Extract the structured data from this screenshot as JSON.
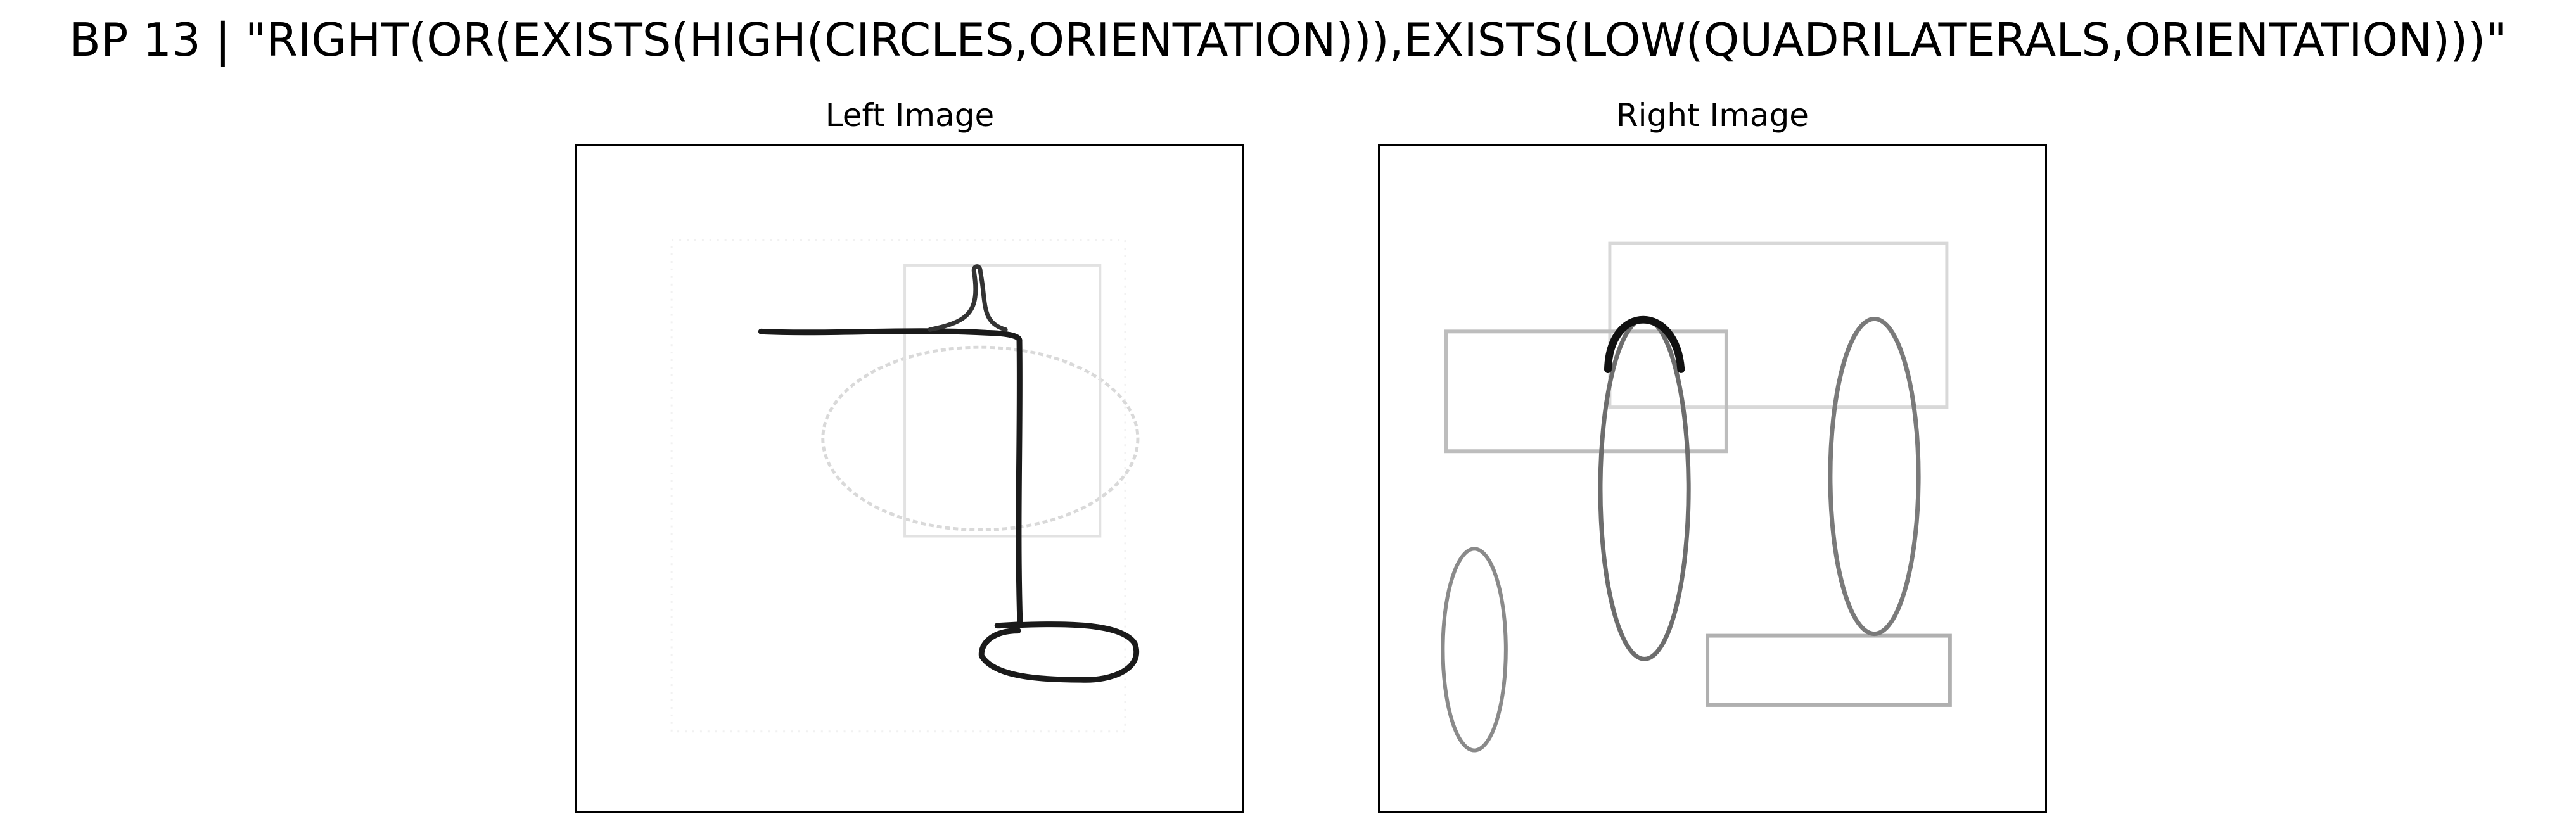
{
  "figure": {
    "title": "BP 13 | \"RIGHT(OR(EXISTS(HIGH(CIRCLES,ORIENTATION))),EXISTS(LOW(QUADRILATERALS,ORIENTATION)))\""
  },
  "panels": {
    "left": {
      "title": "Left Image"
    },
    "right": {
      "title": "Right Image"
    }
  },
  "colors": {
    "ink": "#1a1a1a",
    "faint": "#d4d4d4",
    "background": "#ffffff"
  }
}
